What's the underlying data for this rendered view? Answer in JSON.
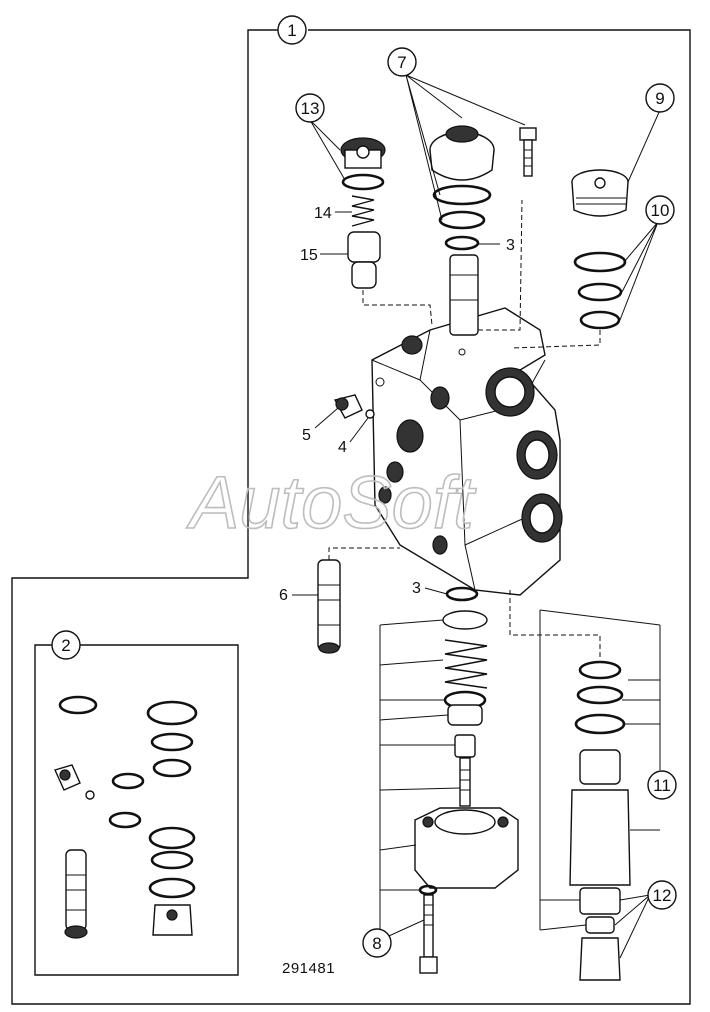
{
  "diagram": {
    "watermark": "AutoSoft",
    "reference_number": "291481",
    "callouts": {
      "c1": "1",
      "c2": "2",
      "c7": "7",
      "c8": "8",
      "c9": "9",
      "c10": "10",
      "c11": "11",
      "c12": "12",
      "c13": "13"
    },
    "labels": {
      "n3a": "3",
      "n3b": "3",
      "n4": "4",
      "n5": "5",
      "n6": "6",
      "n14": "14",
      "n15": "15"
    }
  }
}
